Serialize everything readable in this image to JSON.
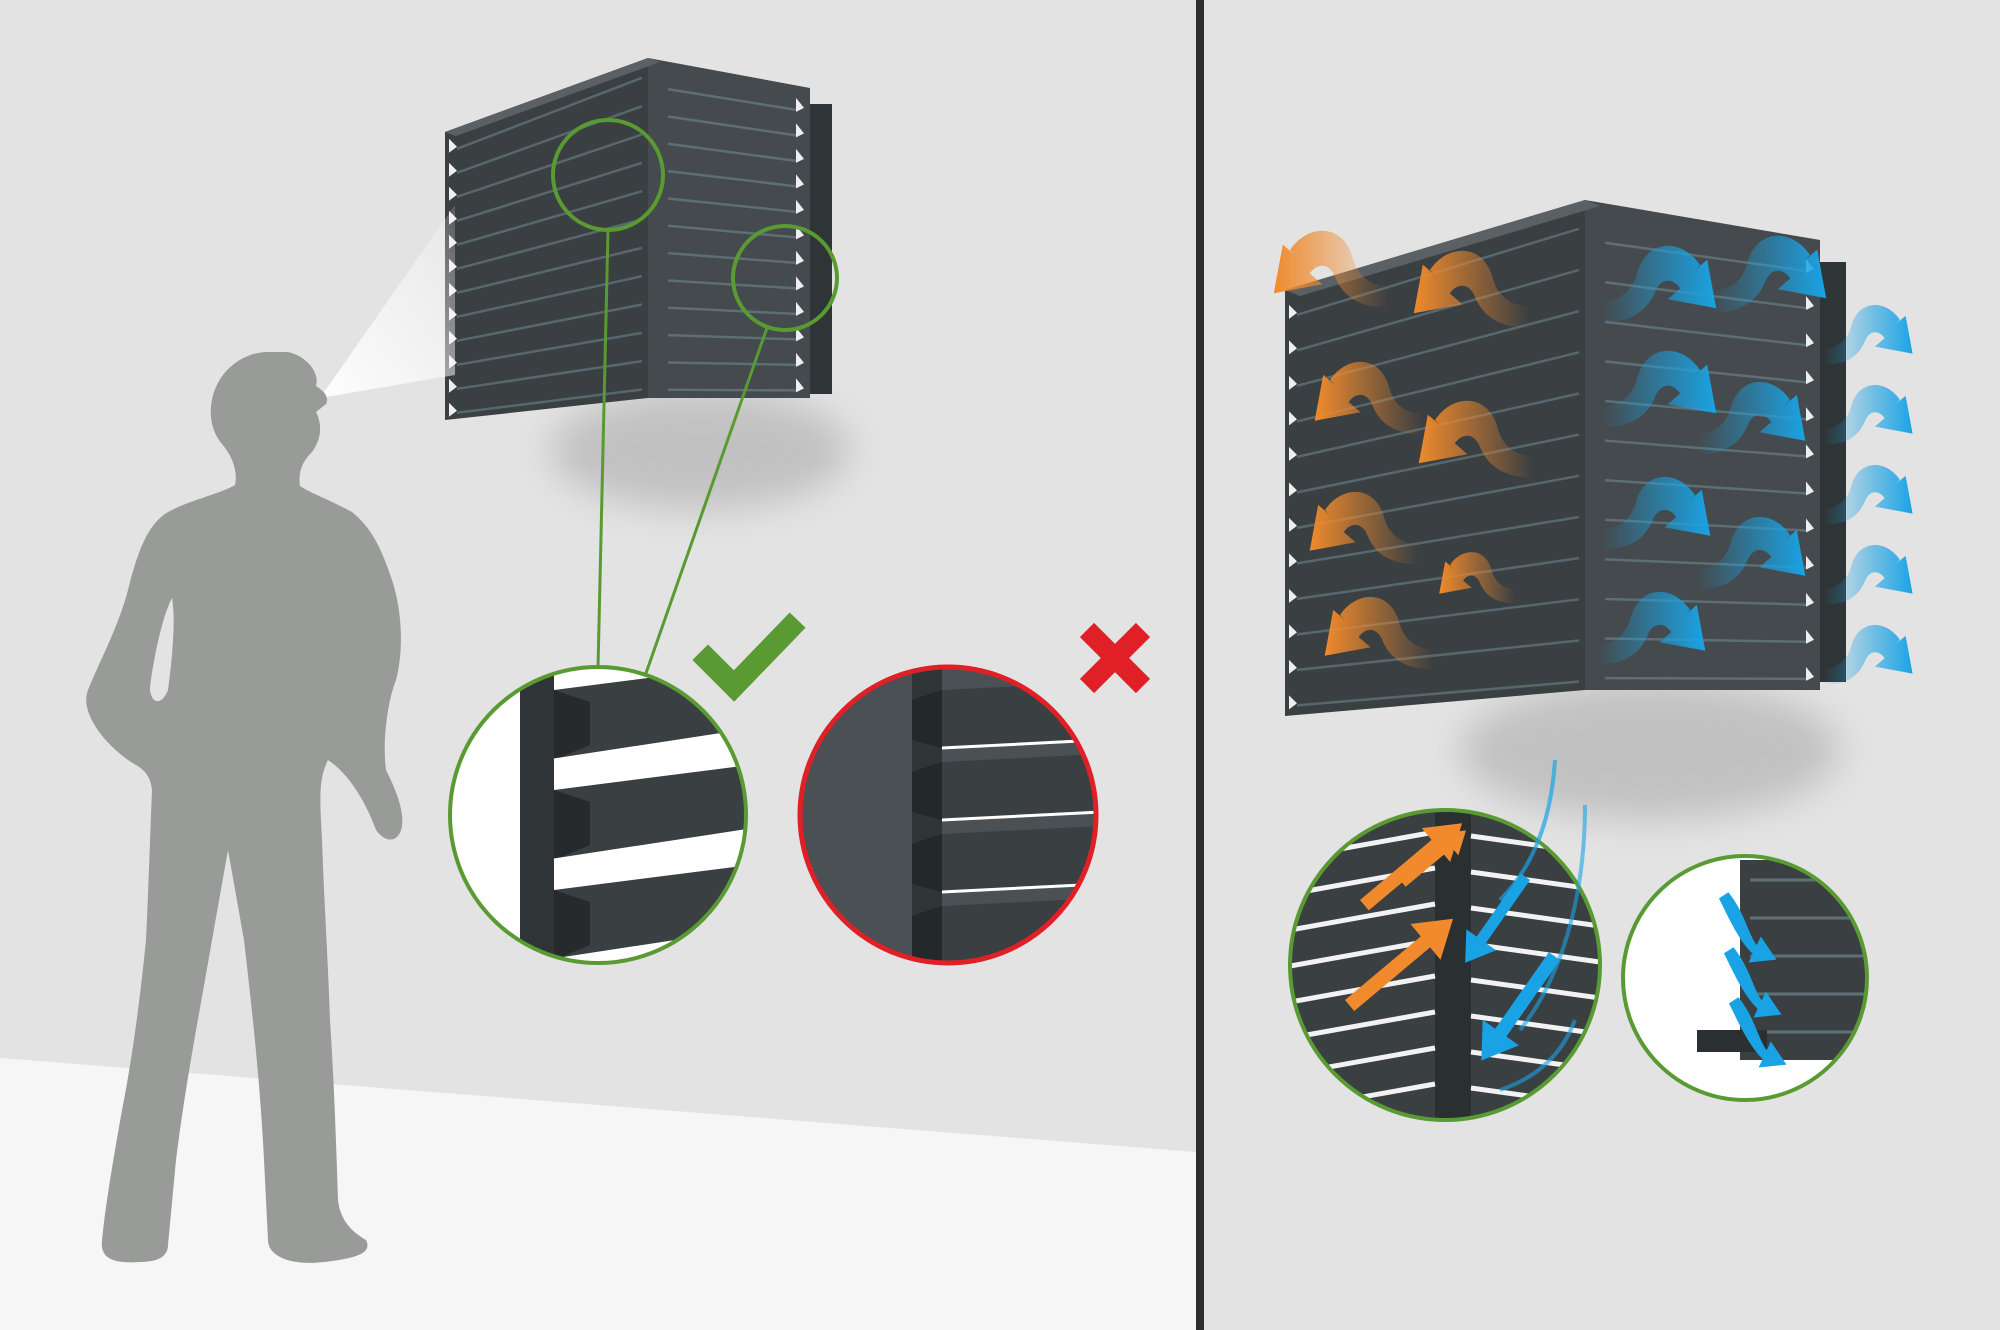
{
  "colors": {
    "wall": "#e3e3e3",
    "floor": "#f6f6f6",
    "divider": "#2d2d2d",
    "cover": "#3a3f42",
    "cover_side": "#444a4d",
    "slat_gap": "#eeeeee",
    "person": "#989b98",
    "good": "#5a9a32",
    "bad": "#e01f26",
    "hot_air": "#f08a2c",
    "cold_air": "#1aa3e4"
  },
  "icons": {
    "correct": "checkmark-icon",
    "incorrect": "cross-icon",
    "hot_flow": "orange-airflow-arrow-icon",
    "cold_flow": "blue-airflow-arrow-icon"
  },
  "panels": {
    "left": {
      "subject": "person-looking-up-at-wall-mounted-ac-cover",
      "details": [
        {
          "verdict": "correct",
          "view": "angled-louvres-closeup"
        },
        {
          "verdict": "incorrect",
          "view": "flat-louvres-closeup"
        }
      ]
    },
    "right": {
      "subject": "airflow-through-ac-cover",
      "details": [
        {
          "view": "corner-airflow-closeup"
        },
        {
          "view": "side-louvre-airflow-closeup"
        }
      ]
    }
  }
}
